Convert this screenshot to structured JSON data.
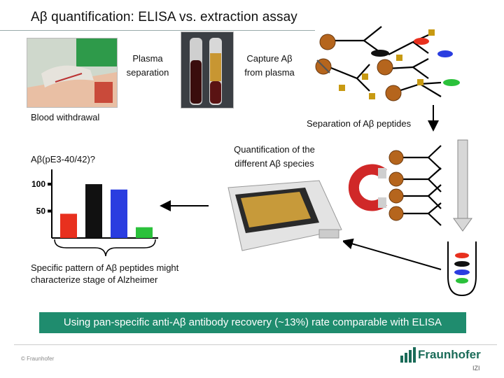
{
  "slide": {
    "title": "Aβ quantification: ELISA vs. extraction assay",
    "labels": {
      "plasma_line1": "Plasma",
      "plasma_line2": "separation",
      "blood": "Blood withdrawal",
      "capture_line1": "Capture Aβ",
      "capture_line2": "from plasma",
      "separation": "Separation of Aβ peptides",
      "quant_line1": "Quantification of the",
      "quant_line2": "different Aβ species",
      "question": "Aβ(pE3-40/42)?",
      "pattern_line1": "Specific pattern of Aβ peptides might",
      "pattern_line2": "characterize stage of Alzheimer"
    },
    "banner": "Using pan-specific anti-Aβ antibody recovery (~13%) rate comparable with ELISA",
    "footer": {
      "copyright": "© Fraunhofer",
      "brand": "Fraunhofer",
      "brand_sub": "IZI"
    },
    "colors": {
      "accent_green": "#1f8c6e",
      "bead_brown": "#b5651d",
      "peptide_red": "#e8301e",
      "peptide_black": "#111111",
      "peptide_blue": "#2a3de0",
      "peptide_green": "#2bc13b",
      "antigen_gold": "#c89a12"
    }
  },
  "chart_data": {
    "type": "bar",
    "categories": [
      "",
      "",
      "",
      ""
    ],
    "values": [
      45,
      100,
      90,
      20
    ],
    "colors": [
      "#e8301e",
      "#111111",
      "#2a3de0",
      "#2bc13b"
    ],
    "title": "",
    "xlabel": "",
    "ylabel": "",
    "ytick_labels": [
      "100",
      "50"
    ],
    "ytick_values": [
      100,
      50
    ],
    "ylim": [
      0,
      130
    ]
  }
}
